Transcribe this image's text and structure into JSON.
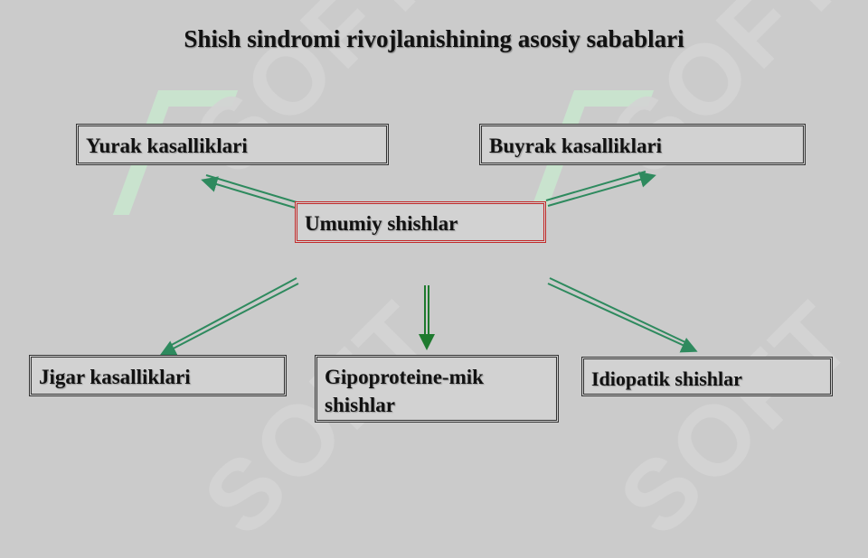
{
  "title": "Shish sindromi rivojlanishining asosiy sabablari",
  "watermark": "SOFT",
  "nodes": {
    "center": "Umumiy shishlar",
    "heart": "Yurak kasalliklari",
    "kidney": "Buyrak kasalliklari",
    "liver": "Jigar kasalliklari",
    "hypoprotein": "Gipoproteine-mik shishlar",
    "idiopathic": "Idiopatik shishlar"
  },
  "colors": {
    "arrow": "#2e8a5e",
    "arrow_dark": "#1e7a2e",
    "center_border": "#c22a2a"
  }
}
